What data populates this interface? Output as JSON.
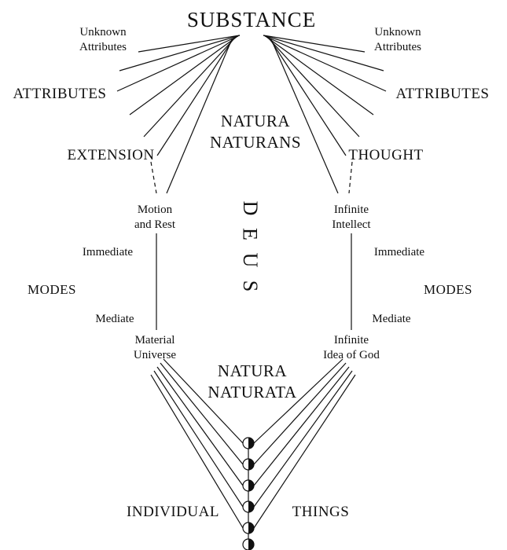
{
  "title": "SUBSTANCE",
  "natura_naturans": {
    "line1": "NATURA",
    "line2": "NATURANS"
  },
  "natura_naturata": {
    "line1": "NATURA",
    "line2": "NATURATA"
  },
  "deus": {
    "letters": [
      "D",
      "E",
      "U",
      "S"
    ]
  },
  "left": {
    "unknown_attributes": {
      "line1": "Unknown",
      "line2": "Attributes"
    },
    "attributes": "ATTRIBUTES",
    "attribute_name": "EXTENSION",
    "mode_head": {
      "line1": "Motion",
      "line2": "and Rest"
    },
    "immediate": "Immediate",
    "modes": "MODES",
    "mediate": "Mediate",
    "mode_foot": {
      "line1": "Material",
      "line2": "Universe"
    }
  },
  "right": {
    "unknown_attributes": {
      "line1": "Unknown",
      "line2": "Attributes"
    },
    "attributes": "ATTRIBUTES",
    "attribute_name": "THOUGHT",
    "mode_head": {
      "line1": "Infinite",
      "line2": "Intellect"
    },
    "immediate": "Immediate",
    "modes": "MODES",
    "mediate": "Mediate",
    "mode_foot": {
      "line1": "Infinite",
      "line2": "Idea of God"
    }
  },
  "bottom": {
    "individual": "INDIVIDUAL",
    "things": "THINGS"
  },
  "colors": {
    "ink": "#111111",
    "background": "#ffffff"
  }
}
